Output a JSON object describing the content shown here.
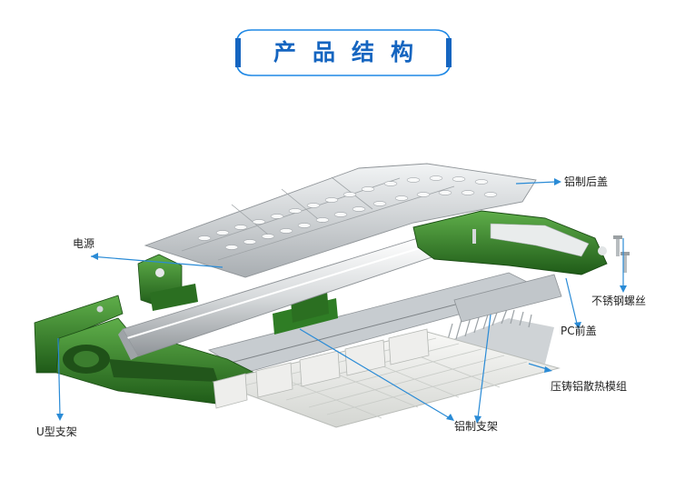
{
  "header": {
    "title": "产品结构"
  },
  "labels": {
    "back_cover": "铝制后盖",
    "power_supply": "电源",
    "screws": "不锈钢螺丝",
    "pc_cover": "PC前盖",
    "heatsink_module": "压铸铝散热模组",
    "u_bracket": "U型支架",
    "aluminum_bracket": "铝制支架"
  },
  "colors": {
    "accent": "#1565c0",
    "leader": "#2a8bd6",
    "housing": "#2f7d25"
  }
}
